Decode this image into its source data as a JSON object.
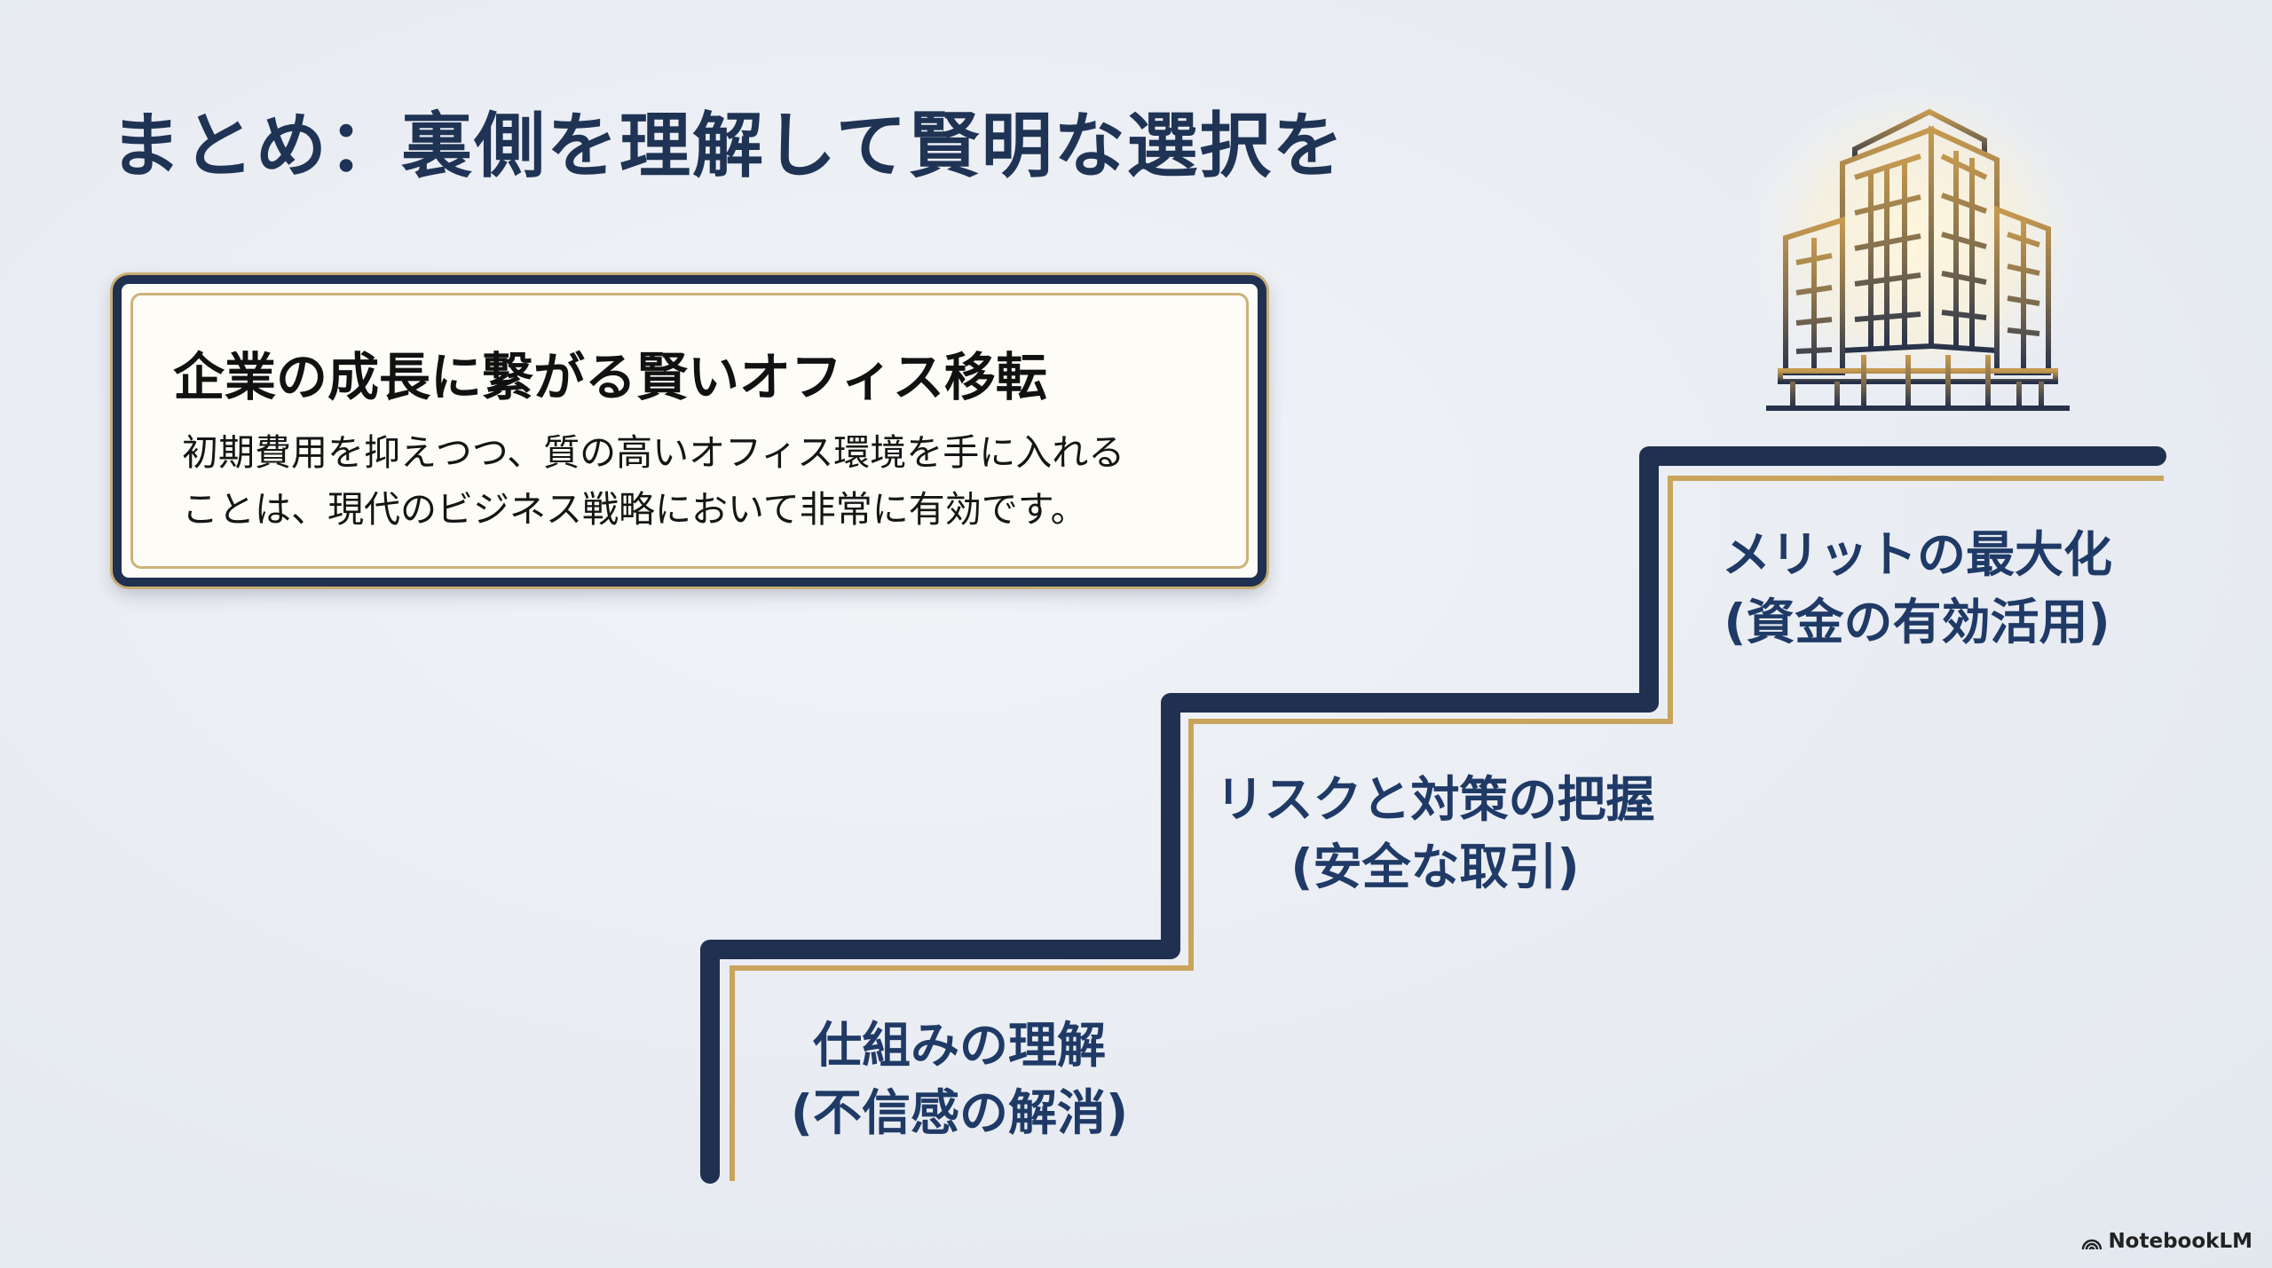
{
  "slide": {
    "title": "まとめ：裏側を理解して賢明な選択を",
    "card": {
      "heading": "企業の成長に繋がる賢いオフィス移転",
      "body_lines": [
        "初期費用を抑えつつ、質の高いオフィス環境を手に入れる",
        "ことは、現代のビジネス戦略において非常に有効です。"
      ]
    },
    "steps": [
      {
        "title": "仕組みの理解",
        "subtitle": "(不信感の解消)"
      },
      {
        "title": "リスクと対策の把握",
        "subtitle": "(安全な取引)"
      },
      {
        "title": "メリットの最大化",
        "subtitle": "(資金の有効活用)"
      }
    ],
    "icons": {
      "building": "office-building-icon",
      "logo": "notebooklm-logo-icon"
    },
    "colors": {
      "navy": "#1f3050",
      "gold": "#c9a45c",
      "text": "#1f3a66"
    }
  },
  "branding": {
    "label": "NotebookLM"
  }
}
